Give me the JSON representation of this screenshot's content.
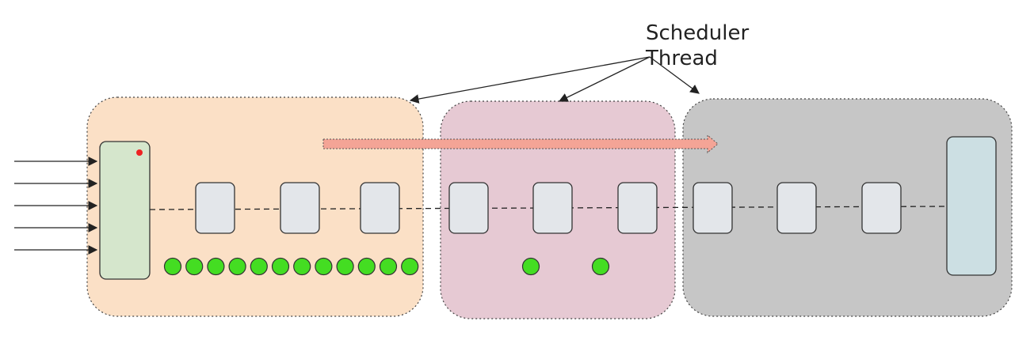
{
  "label": {
    "line1": "Scheduler",
    "line2": "Thread"
  },
  "colors": {
    "stage1": "#fbe0c6",
    "stage2": "#e6c9d3",
    "stage3": "#c6c6c6",
    "source": "#d5e6cc",
    "sink": "#ccdfe3",
    "task": "#e3e6ea",
    "token": "#44dd22",
    "marker": "#ee2222",
    "flow_arrow": "#f4a496",
    "outline": "#333333"
  },
  "counts": {
    "input_arrows": 5,
    "stage1_tasks": 3,
    "stage2_tasks": 3,
    "stage3_tasks": 3,
    "stage1_tokens": 12,
    "stage2_tokens": 2
  }
}
